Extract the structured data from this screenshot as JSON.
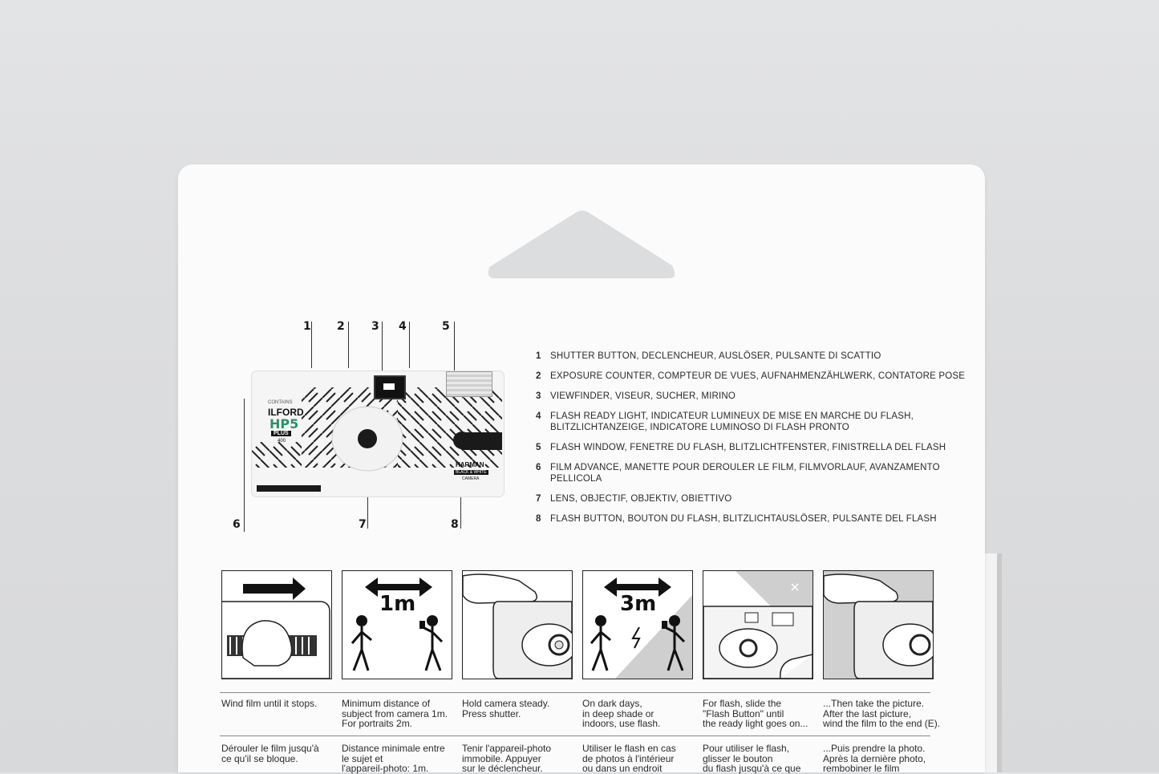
{
  "callouts": {
    "n1": "1",
    "n2": "2",
    "n3": "3",
    "n4": "4",
    "n5": "5",
    "n6": "6",
    "n7": "7",
    "n8": "8"
  },
  "camera": {
    "brand": "ILFORD",
    "film": "HP5",
    "film_sub": "PLUS",
    "iso": "400",
    "contains": "CONTAINS",
    "maker": "HARMAN",
    "type_line": "BLACK & WHITE",
    "type_line2": "CAMERA"
  },
  "legend": [
    {
      "num": "1",
      "text": "SHUTTER BUTTON, DECLENCHEUR, AUSLÖSER, PULSANTE DI SCATTIO"
    },
    {
      "num": "2",
      "text": "EXPOSURE COUNTER, COMPTEUR DE VUES, AUFNAHMENZÄHLWERK, CONTATORE POSE"
    },
    {
      "num": "3",
      "text": "VIEWFINDER, VISEUR, SUCHER, MIRINO"
    },
    {
      "num": "4",
      "text": "FLASH READY LIGHT, INDICATEUR LUMINEUX DE MISE EN MARCHE DU FLASH, BLITZLICHTANZEIGE, INDICATORE LUMINOSO DI FLASH PRONTO"
    },
    {
      "num": "5",
      "text": "FLASH WINDOW, FENETRE DU FLASH, BLITZLICHTFENSTER, FINISTRELLA DEL FLASH"
    },
    {
      "num": "6",
      "text": "FILM ADVANCE, MANETTE POUR DEROULER LE FILM, FILMVORLAUF, AVANZAMENTO PELLICOLA"
    },
    {
      "num": "7",
      "text": "LENS, OBJECTIF, OBJEKTIV, OBIETTIVO"
    },
    {
      "num": "8",
      "text": "FLASH BUTTON, BOUTON DU FLASH, BLITZLICHTAUSLÖSER, PULSANTE DEL FLASH"
    }
  ],
  "steps": [
    {
      "panel_label": "",
      "en": [
        "Wind film until it stops."
      ],
      "fr": [
        "Dérouler le film jusqu'à",
        "ce qu'il se bloque."
      ]
    },
    {
      "panel_label": "1m",
      "en": [
        "Minimum distance of",
        "subject from camera 1m.",
        "For portraits 2m."
      ],
      "fr": [
        "Distance minimale entre",
        "le sujet et",
        "l'appareil-photo: 1m."
      ]
    },
    {
      "panel_label": "",
      "en": [
        "Hold camera steady.",
        "Press shutter."
      ],
      "fr": [
        "Tenir l'appareil-photo",
        "immobile. Appuyer",
        "sur le déclencheur."
      ]
    },
    {
      "panel_label": "3m",
      "en": [
        "On dark days,",
        "in deep shade or",
        "indoors, use flash."
      ],
      "fr": [
        "Utiliser le flash en cas",
        "de photos à l'intérieur",
        "ou dans un endroit"
      ]
    },
    {
      "panel_label": "",
      "en": [
        "For flash, slide the",
        "\"Flash Button\" until",
        "the ready light goes on..."
      ],
      "fr": [
        "Pour utiliser le flash,",
        "glisser le bouton",
        "du flash jusqu'à ce que"
      ]
    },
    {
      "panel_label": "",
      "en": [
        "...Then take the picture.",
        "After the last picture,",
        "wind the film to the end (E)."
      ],
      "fr": [
        "...Puis prendre la photo.",
        "Après la dernière photo,",
        "rembobiner le film"
      ]
    }
  ]
}
